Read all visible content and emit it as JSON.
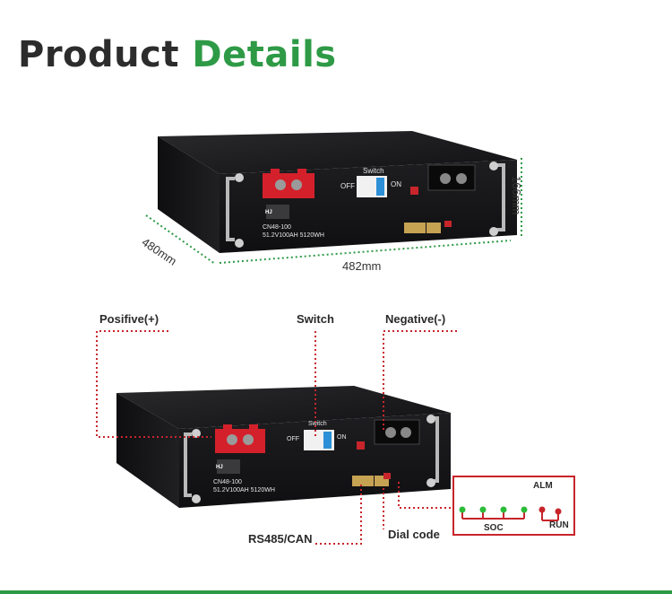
{
  "header": {
    "title_part1": "Product",
    "title_part2": "Details"
  },
  "colors": {
    "accent_green": "#2e9a46",
    "callout_red": "#c8252b",
    "battery_body": "#1c1c1e",
    "terminal_red": "#d4202b",
    "led_green": "#2dbb3a"
  },
  "dimensions": {
    "width": "482mm",
    "depth": "480mm",
    "height": "166mm"
  },
  "battery": {
    "model": "CN48-100",
    "spec": "51.2V100AH 5120WH",
    "logo_text": "HJ",
    "switch_label": "Switch",
    "switch_off": "OFF",
    "switch_on": "ON"
  },
  "callouts": {
    "positive": "Posifive(+)",
    "switch": "Switch",
    "negative": "Negative(-)",
    "rs485": "RS485/CAN",
    "dial": "Dial code"
  },
  "led_panel": {
    "alm": "ALM",
    "soc": "SOC",
    "run": "RUN"
  },
  "icons": [
    "positive-terminal-icon",
    "negative-terminal-icon",
    "switch-icon",
    "led-icon",
    "logo-icon"
  ]
}
